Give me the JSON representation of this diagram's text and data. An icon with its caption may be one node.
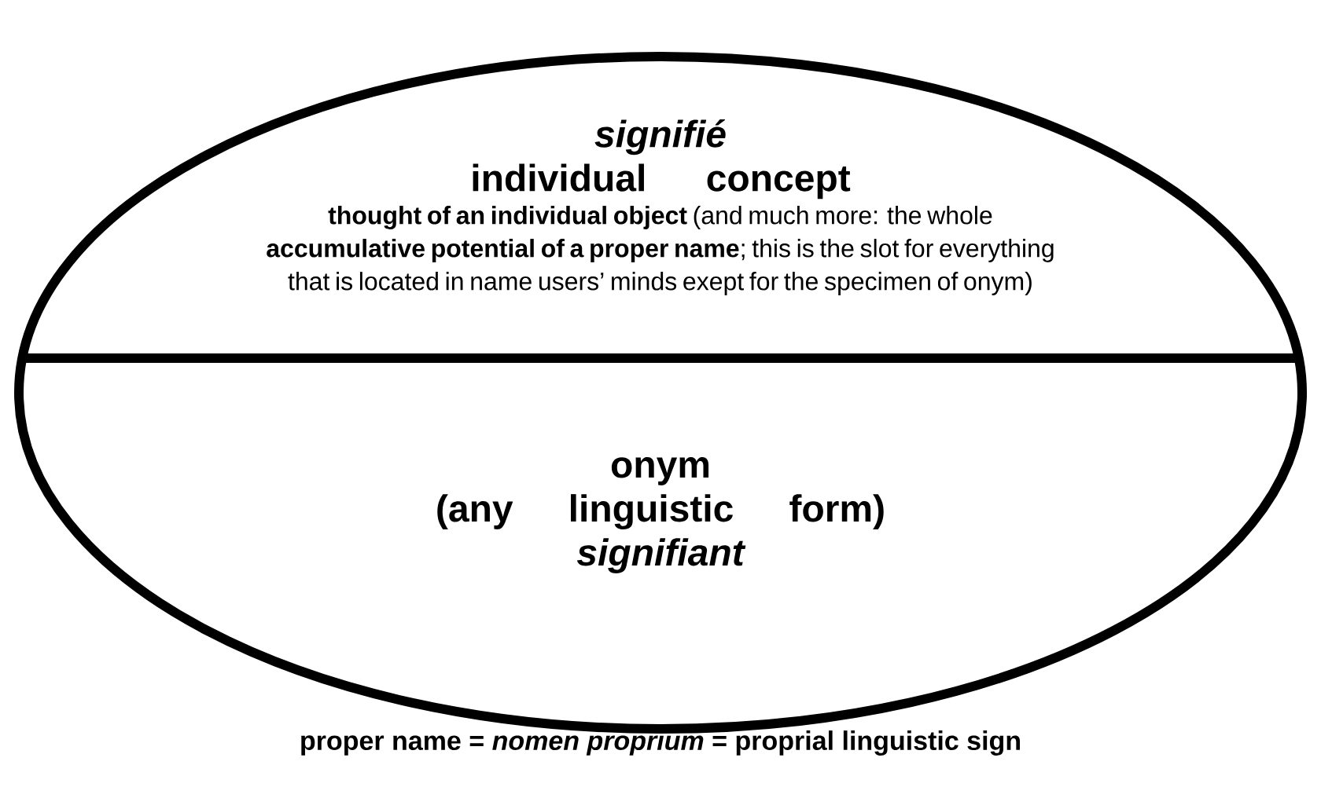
{
  "diagram": {
    "caption": "proper name = *nomen proprium* = proprial linguistic sign",
    "nodes": [
      {
        "text": [],
        "shape": "ellipse"
      },
      {
        "text": [
          "signifié",
          "individual concept",
          "**thought of an individual object** (and much more: the whole **accumulative potential of a proper name**; this is the slot for everything that is located in name users’ minds exept for the specimen of onym)"
        ],
        "in": 0
      },
      {
        "text": [
          "onym",
          "(any linguistic form)",
          "signifiant"
        ],
        "in": 0
      }
    ]
  }
}
